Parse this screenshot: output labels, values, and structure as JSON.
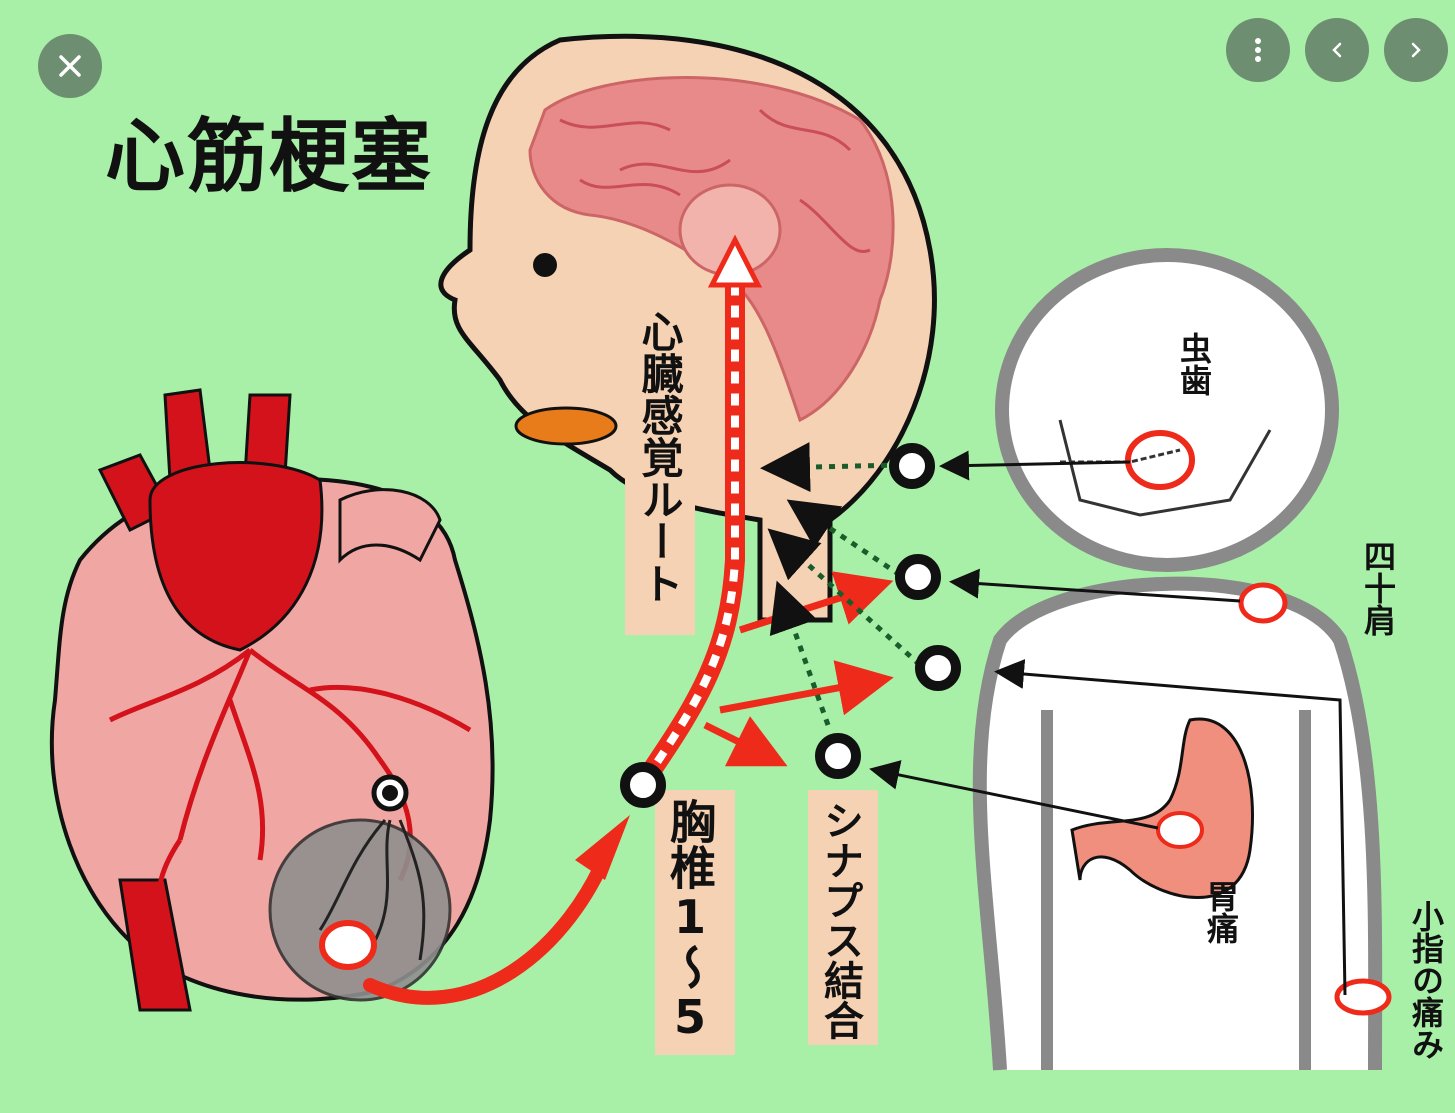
{
  "diagram": {
    "title": "心筋梗塞",
    "labels": {
      "sensory_route": "心臓感覚ルート",
      "thoracic": "胸椎1〜5",
      "synapse": "シナプス結合",
      "tooth": "虫歯",
      "shoulder": "四十肩",
      "stomach": "胃痛",
      "finger": "小指の痛み"
    }
  },
  "viewer_controls": {
    "close_icon": "close-icon",
    "more_icon": "more-vertical-icon",
    "prev_icon": "chevron-left-icon",
    "next_icon": "chevron-right-icon"
  },
  "colors": {
    "background": "#a8f0a8",
    "skin": "#f6d2b5",
    "brain": "#e98a8a",
    "heart": "#f0a7a3",
    "artery": "#d3121b",
    "arrow_red": "#ee2a1a",
    "body_outline": "#8a8a8a",
    "button": "#5a6e5f"
  }
}
